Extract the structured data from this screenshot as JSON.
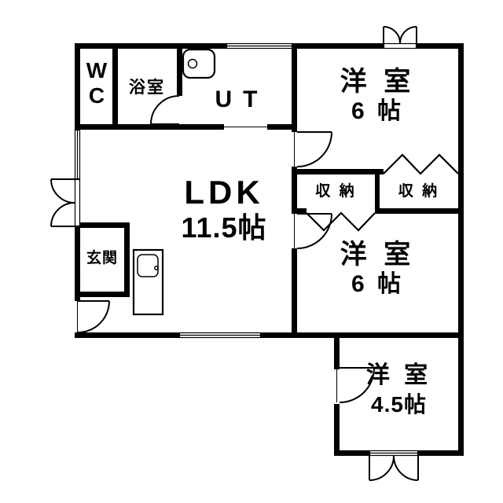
{
  "rooms": {
    "wc": {
      "label": "WC"
    },
    "bath": {
      "label": "浴室"
    },
    "ut": {
      "label": "UT"
    },
    "bedroom_top": {
      "name": "洋 室",
      "size": "6 帖"
    },
    "storage_left": {
      "label": "収 納"
    },
    "storage_right": {
      "label": "収 納"
    },
    "ldk": {
      "name": "LDK",
      "size": "11.5帖"
    },
    "genkan": {
      "label": "玄関"
    },
    "bedroom_middle": {
      "name": "洋 室",
      "size": "6 帖"
    },
    "bedroom_small": {
      "name": "洋 室",
      "size": "4.5帖"
    }
  },
  "colors": {
    "wall": "#000000",
    "background": "#ffffff",
    "line": "#000000"
  }
}
